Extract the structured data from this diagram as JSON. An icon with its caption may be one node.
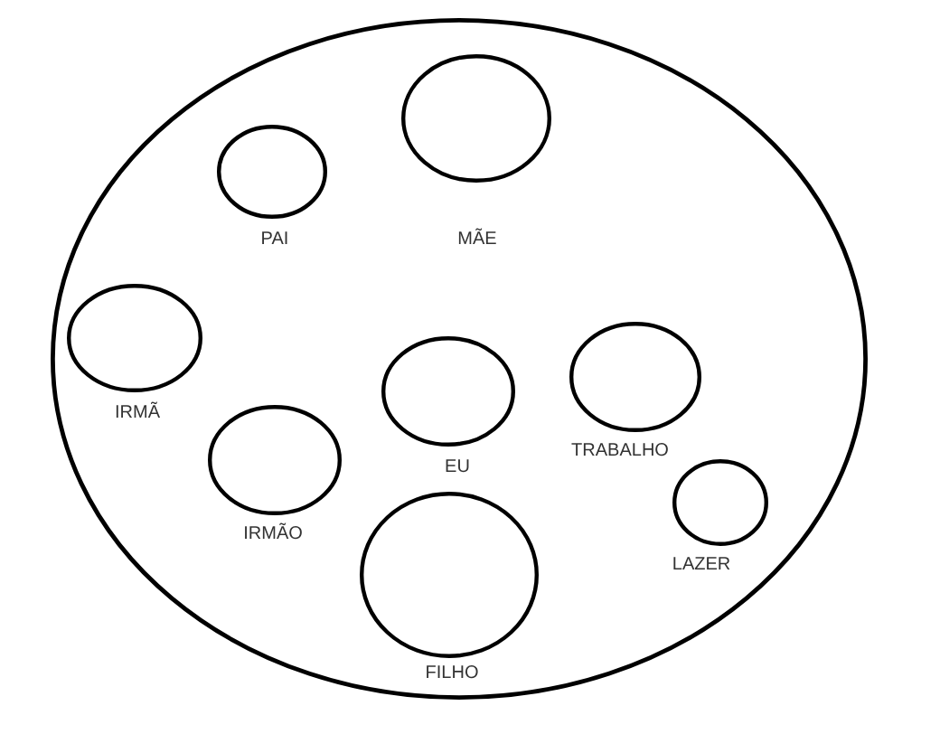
{
  "diagram": {
    "nodes": [
      {
        "text": [],
        "shape": "ellipse"
      },
      {
        "text": [
          "PAI"
        ],
        "in": 0
      },
      {
        "text": [
          "MÃE"
        ],
        "in": 0
      },
      {
        "text": [
          "IRMÃ"
        ],
        "in": 0
      },
      {
        "text": [
          "EU"
        ],
        "in": 0
      },
      {
        "text": [
          "TRABALHO"
        ],
        "in": 0
      },
      {
        "text": [
          "IRMÃO"
        ],
        "in": 0
      },
      {
        "text": [
          "LAZER"
        ],
        "in": 0
      },
      {
        "text": [
          "FILHO"
        ],
        "in": 0
      }
    ],
    "edges": []
  }
}
